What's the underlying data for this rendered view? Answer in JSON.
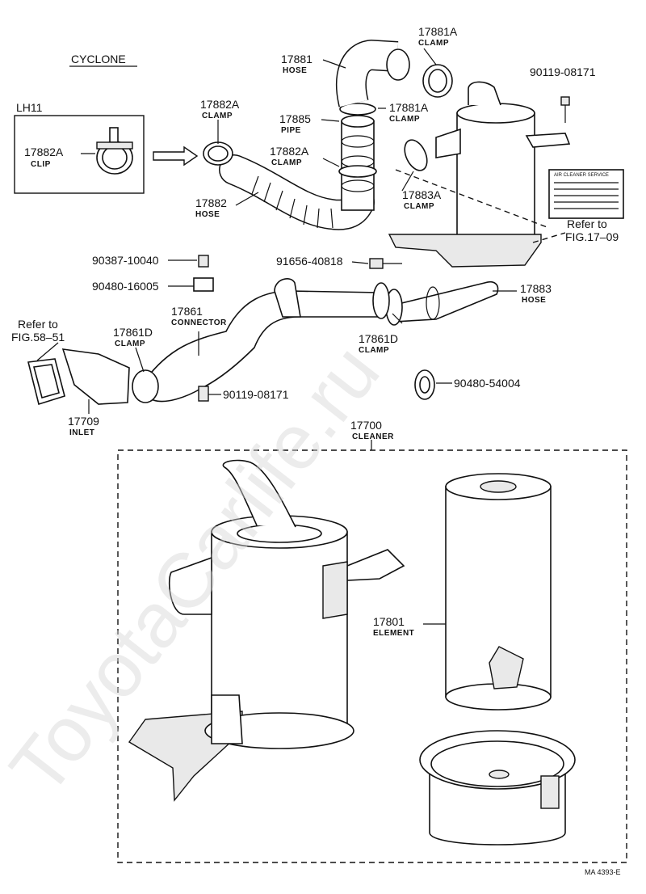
{
  "section_title": "CYCLONE",
  "variant_box": {
    "title": "LH11",
    "part": "17882A",
    "name": "CLIP"
  },
  "callouts": [
    {
      "id": "17881",
      "name": "HOSE"
    },
    {
      "id": "17881A",
      "name": "CLAMP"
    },
    {
      "id": "17881A-2",
      "text": "17881A",
      "name": "CLAMP"
    },
    {
      "id": "90119-08171",
      "name": ""
    },
    {
      "id": "17882A",
      "name": "CLAMP"
    },
    {
      "id": "17885",
      "name": "PIPE"
    },
    {
      "id": "17882A-2",
      "text": "17882A",
      "name": "CLAMP"
    },
    {
      "id": "17883A",
      "name": "CLAMP"
    },
    {
      "id": "17882",
      "name": "HOSE"
    },
    {
      "id": "90387-10040",
      "name": ""
    },
    {
      "id": "91656-40818",
      "name": ""
    },
    {
      "id": "90480-16005",
      "name": ""
    },
    {
      "id": "17883",
      "name": "HOSE"
    },
    {
      "id": "17861",
      "name": "CONNECTOR"
    },
    {
      "id": "17861D",
      "name": "CLAMP"
    },
    {
      "id": "17861D-2",
      "text": "17861D",
      "name": "CLAMP"
    },
    {
      "id": "90119-08171-2",
      "text": "90119-08171",
      "name": ""
    },
    {
      "id": "90480-54004",
      "name": ""
    },
    {
      "id": "17709",
      "name": "INLET"
    },
    {
      "id": "17700",
      "name": "CLEANER"
    },
    {
      "id": "17801",
      "name": "ELEMENT"
    }
  ],
  "references": [
    {
      "line1": "Refer to",
      "line2": "FIG.17–09"
    },
    {
      "line1": "Refer to",
      "line2": "FIG.58–51"
    }
  ],
  "service_label": "AIR CLEANER SERVICE",
  "watermark": "ToyotaCarlife.ru",
  "drawing_code": "MA 4393-E"
}
